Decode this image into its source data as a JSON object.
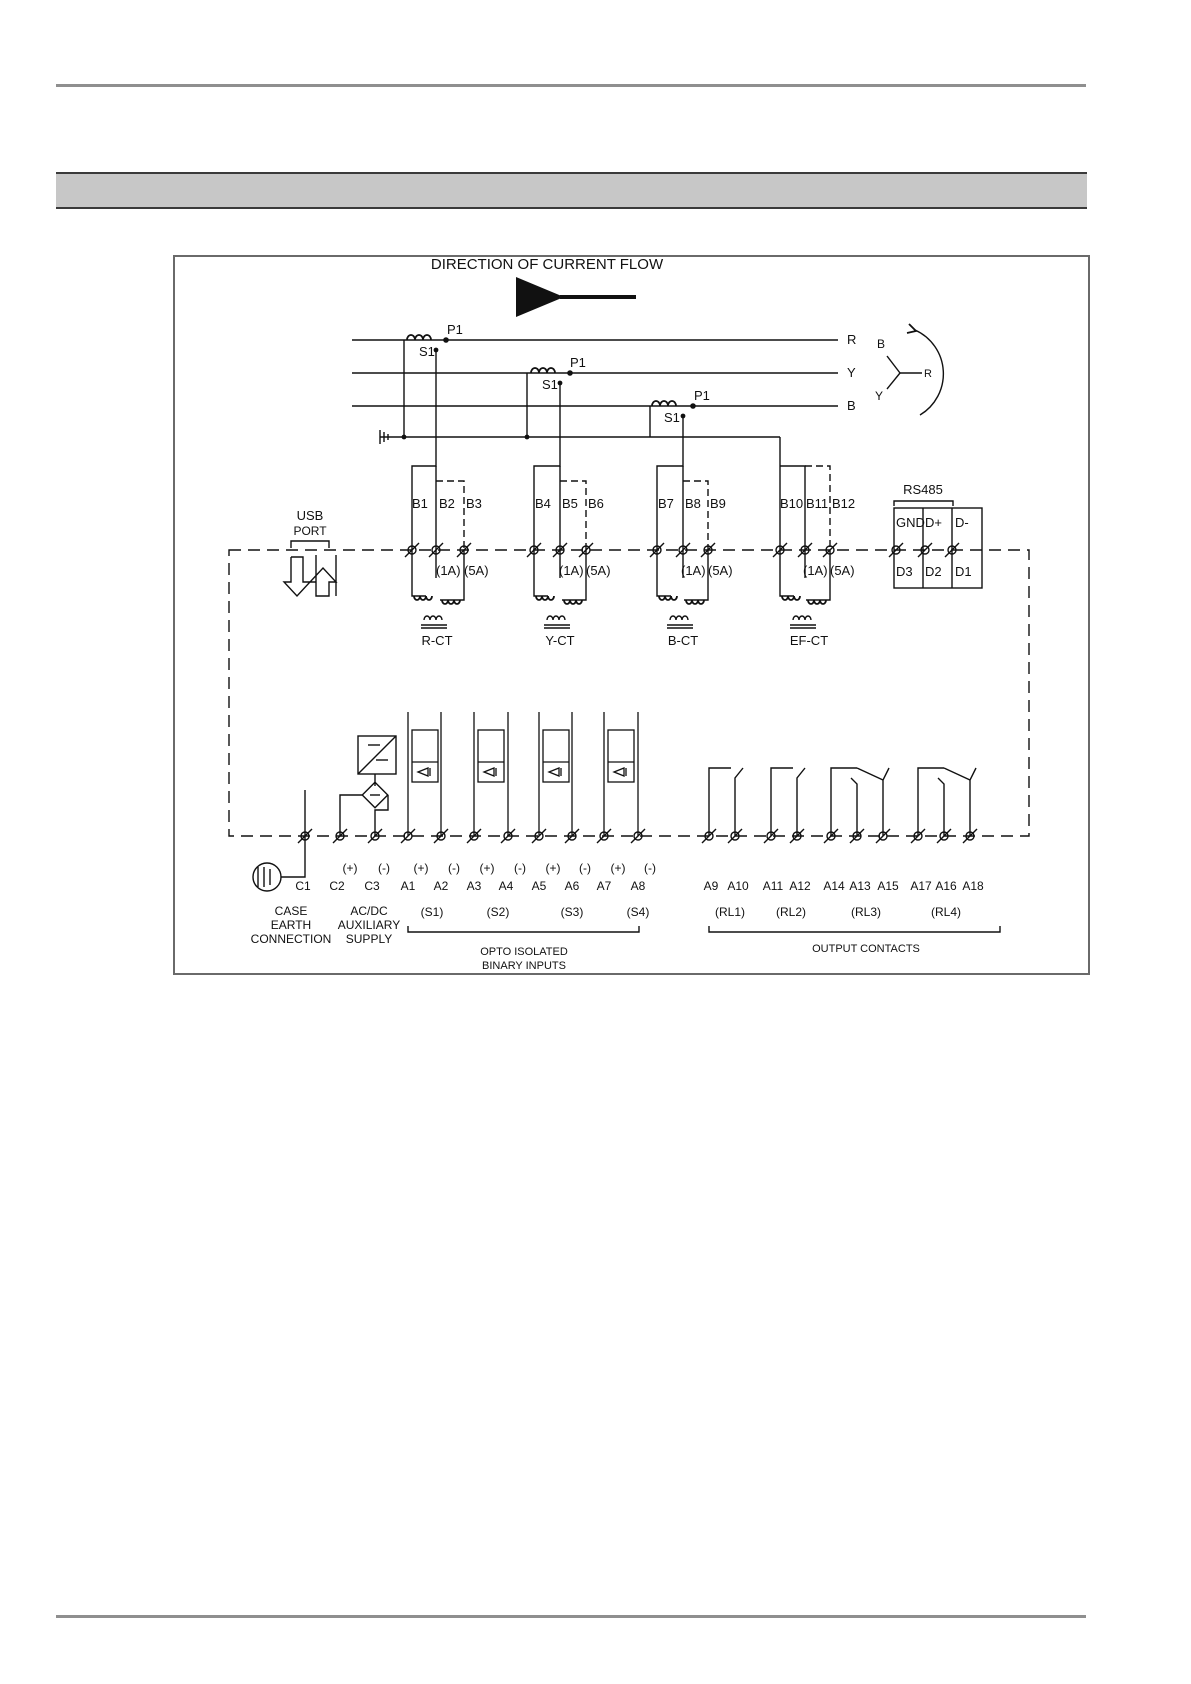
{
  "diagram": {
    "title": "DIRECTION OF CURRENT FLOW",
    "phases": [
      "R",
      "Y",
      "B"
    ],
    "primary_labels": [
      "P1",
      "P1",
      "P1"
    ],
    "secondary_labels": [
      "S1",
      "S1",
      "S1"
    ],
    "rotation_labels": [
      "B",
      "R",
      "Y"
    ],
    "usb": {
      "line1": "USB",
      "line2": "PORT"
    },
    "rs485": {
      "title": "RS485",
      "pins": [
        "GND",
        "D+",
        "D-"
      ],
      "terminals": [
        "D3",
        "D2",
        "D1"
      ]
    },
    "ct_groups": [
      {
        "terminals": [
          "B1",
          "B2",
          "B3"
        ],
        "ratings": [
          "(1A)",
          "(5A)"
        ],
        "name": "R-CT"
      },
      {
        "terminals": [
          "B4",
          "B5",
          "B6"
        ],
        "ratings": [
          "(1A)",
          "(5A)"
        ],
        "name": "Y-CT"
      },
      {
        "terminals": [
          "B7",
          "B8",
          "B9"
        ],
        "ratings": [
          "(1A)",
          "(5A)"
        ],
        "name": "B-CT"
      },
      {
        "terminals": [
          "B10",
          "B11",
          "B12"
        ],
        "ratings": [
          "(1A)",
          "(5A)"
        ],
        "name": "EF-CT"
      }
    ],
    "bottom_terminals": [
      "C1",
      "C2",
      "C3",
      "A1",
      "A2",
      "A3",
      "A4",
      "A5",
      "A6",
      "A7",
      "A8",
      "A9",
      "A10",
      "A11",
      "A12",
      "A14",
      "A13",
      "A15",
      "A17",
      "A16",
      "A18"
    ],
    "polarity_labels": [
      "(+)",
      "(-)",
      "(+)",
      "(-)",
      "(+)",
      "(-)",
      "(+)",
      "(-)",
      "(+)",
      "(-)"
    ],
    "input_labels": [
      "(S1)",
      "(S2)",
      "(S3)",
      "(S4)"
    ],
    "relay_labels": [
      "(RL1)",
      "(RL2)",
      "(RL3)",
      "(RL4)"
    ],
    "case_earth": [
      "CASE",
      "EARTH",
      "CONNECTION"
    ],
    "aux_supply": [
      "AC/DC",
      "AUXILIARY",
      "SUPPLY"
    ],
    "opto_inputs": [
      "OPTO ISOLATED",
      "BINARY INPUTS"
    ],
    "output_contacts": "OUTPUT CONTACTS"
  }
}
